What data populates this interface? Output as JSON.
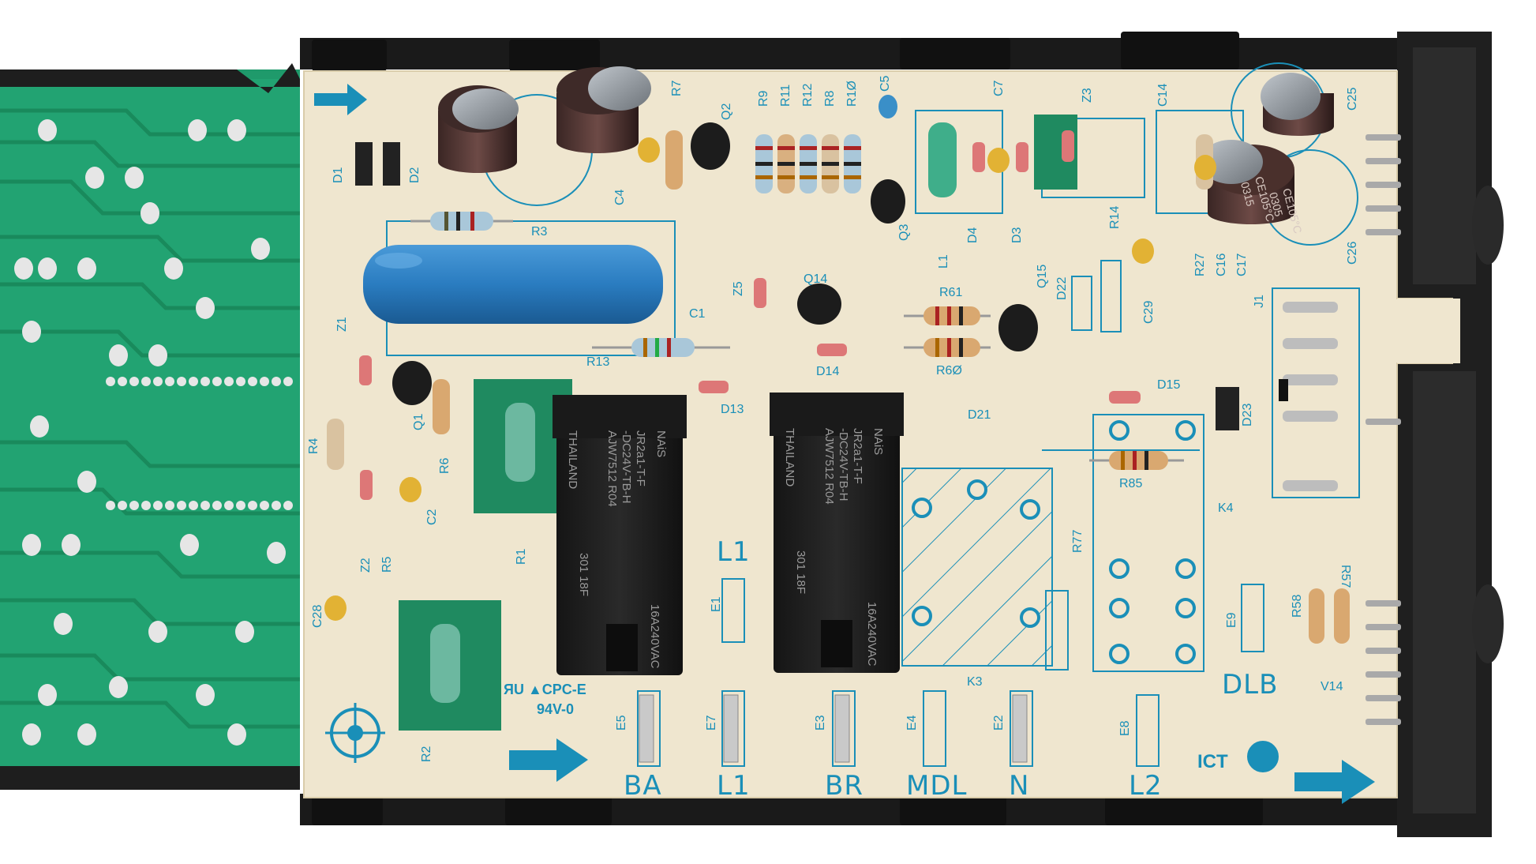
{
  "board": {
    "colors": {
      "pcb": "#efe6cf",
      "silkscreen": "#1a8fb8",
      "green_board": "#1f9a6b",
      "relay": "#1c1c1c",
      "capacitor_blue": "#2a7cc0"
    },
    "designators": {
      "d1": "D1",
      "d2": "D2",
      "r3": "R3",
      "r7": "R7",
      "q2": "Q2",
      "r9": "R9",
      "r11": "R11",
      "r12": "R12",
      "r8": "R8",
      "r10": "R1Ø",
      "c5": "C5",
      "c7": "C7",
      "z3": "Z3",
      "c14": "C14",
      "c25": "C25",
      "c4": "C4",
      "q3": "Q3",
      "l1": "L1",
      "d4": "D4",
      "d3": "D3",
      "r14": "R14",
      "r27": "R27",
      "c16": "C16",
      "c17": "C17",
      "c26": "C26",
      "c1": "C1",
      "z5": "Z5",
      "q14": "Q14",
      "r61": "R61",
      "q15": "Q15",
      "d22": "D22",
      "j1": "J1",
      "z1": "Z1",
      "r13": "R13",
      "d14": "D14",
      "r60": "R6Ø",
      "c29": "C29",
      "d13": "D13",
      "d15": "D15",
      "d23": "D23",
      "q1": "Q1",
      "r4": "R4",
      "r6": "R6",
      "d21": "D21",
      "r85": "R85",
      "k4": "K4",
      "z2": "Z2",
      "r5": "R5",
      "c2": "C2",
      "r1": "R1",
      "r77": "R77",
      "c28": "C28",
      "e1": "E1",
      "e9": "E9",
      "r58": "R58",
      "r57": "R57",
      "k3": "K3",
      "dlb": "DLB",
      "v14": "V14",
      "r2": "R2",
      "e5": "E5",
      "e7": "E7",
      "e3": "E3",
      "e4": "E4",
      "e2": "E2",
      "e8": "E8",
      "l1_relay": "L1",
      "ict": "ICT"
    },
    "terminals": [
      "BA",
      "L1",
      "BR",
      "MDL",
      "N",
      "L2"
    ],
    "marking_ul": "ЯU ▲CPC-E",
    "marking_rating": "94V-0",
    "relays": [
      {
        "brand": "NAiS",
        "model": "JR2a1-T-F",
        "part": "-DC24V-TB-H",
        "code": "AJW7512 R04",
        "origin": "THAILAND",
        "date": "301 18F",
        "rating": "16A240VAC"
      },
      {
        "brand": "NAiS",
        "model": "JR2a1-T-F",
        "part": "-DC24V-TB-H",
        "code": "AJW7512 R04",
        "origin": "THAILAND",
        "date": "301 18F",
        "rating": "16A240VAC"
      }
    ],
    "cap_marks": {
      "c25a": "CE105°C",
      "c25b": "0305",
      "c26a": "CE105°C",
      "c26b": "0315"
    }
  }
}
